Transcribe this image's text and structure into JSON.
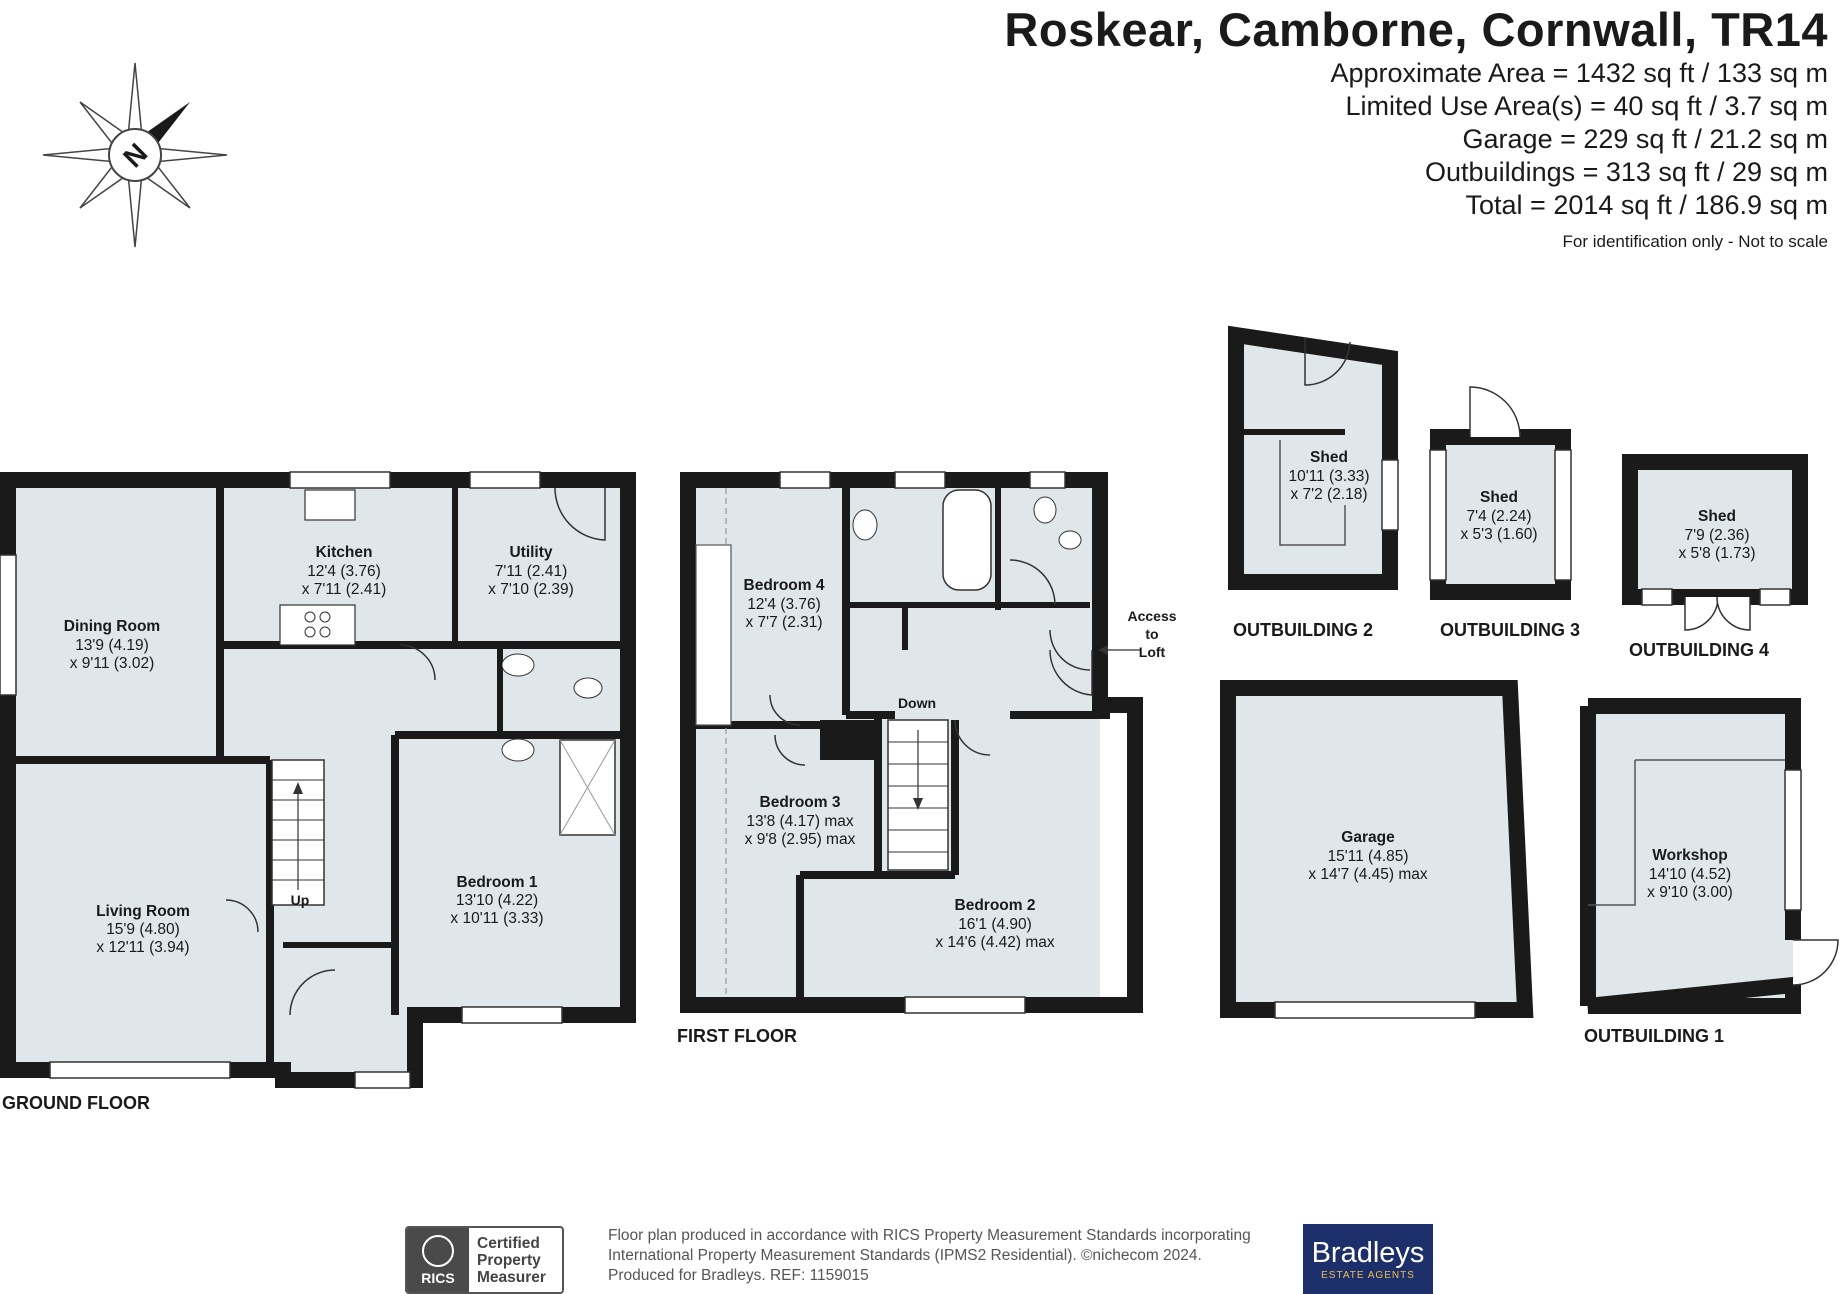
{
  "header": {
    "title": "Roskear, Camborne, Cornwall, TR14",
    "areas": [
      "Approximate Area = 1432 sq ft / 133 sq m",
      "Limited Use Area(s) = 40 sq ft / 3.7 sq m",
      "Garage = 229 sq ft / 21.2 sq m",
      "Outbuildings = 313 sq ft / 29 sq m",
      "Total = 2014 sq ft / 186.9 sq m"
    ],
    "note": "For identification only - Not to scale"
  },
  "compass": {
    "icon": "north-arrow-compass-icon",
    "letter": "N"
  },
  "floors": {
    "ground": "GROUND FLOOR",
    "first": "FIRST FLOOR",
    "outbuilding_1": "OUTBUILDING 1",
    "outbuilding_2": "OUTBUILDING 2",
    "outbuilding_3": "OUTBUILDING 3",
    "outbuilding_4": "OUTBUILDING 4"
  },
  "rooms": {
    "dining": {
      "name": "Dining Room",
      "dim1": "13'9 (4.19)",
      "dim2": "x 9'11 (3.02)"
    },
    "kitchen": {
      "name": "Kitchen",
      "dim1": "12'4 (3.76)",
      "dim2": "x 7'11 (2.41)"
    },
    "utility": {
      "name": "Utility",
      "dim1": "7'11 (2.41)",
      "dim2": "x 7'10 (2.39)"
    },
    "living": {
      "name": "Living Room",
      "dim1": "15'9 (4.80)",
      "dim2": "x 12'11 (3.94)"
    },
    "bedroom1": {
      "name": "Bedroom 1",
      "dim1": "13'10 (4.22)",
      "dim2": "x 10'11 (3.33)"
    },
    "bedroom4": {
      "name": "Bedroom 4",
      "dim1": "12'4 (3.76)",
      "dim2": "x 7'7 (2.31)"
    },
    "bedroom3": {
      "name": "Bedroom 3",
      "dim1": "13'8 (4.17) max",
      "dim2": "x 9'8 (2.95) max"
    },
    "bedroom2": {
      "name": "Bedroom 2",
      "dim1": "16'1 (4.90)",
      "dim2": "x 14'6 (4.42) max"
    },
    "shed2": {
      "name": "Shed",
      "dim1": "10'11 (3.33)",
      "dim2": "x 7'2 (2.18)"
    },
    "shed3": {
      "name": "Shed",
      "dim1": "7'4 (2.24)",
      "dim2": "x 5'3 (1.60)"
    },
    "shed4": {
      "name": "Shed",
      "dim1": "7'9 (2.36)",
      "dim2": "x 5'8 (1.73)"
    },
    "garage": {
      "name": "Garage",
      "dim1": "15'11 (4.85)",
      "dim2": "x 14'7 (4.45) max"
    },
    "workshop": {
      "name": "Workshop",
      "dim1": "14'10 (4.52)",
      "dim2": "x 9'10 (3.00)"
    }
  },
  "labels": {
    "up": "Up",
    "down": "Down",
    "access_loft": [
      "Access",
      "to",
      "Loft"
    ]
  },
  "footer": {
    "badge_short": "RICS",
    "badge_lines": [
      "Certified",
      "Property",
      "Measurer"
    ],
    "text_lines": [
      "Floor plan produced in accordance with RICS Property Measurement Standards incorporating",
      "International Property Measurement Standards (IPMS2 Residential).   ©nichecom 2024.",
      "Produced for Bradleys.   REF: 1159015"
    ],
    "brand": "Bradleys",
    "brand_sub": "ESTATE AGENTS"
  },
  "colors": {
    "room_fill": "#dfe7ea",
    "wall": "#1a1a1a",
    "brand_bg": "#1c2f6b",
    "brand_accent": "#e8c050"
  }
}
